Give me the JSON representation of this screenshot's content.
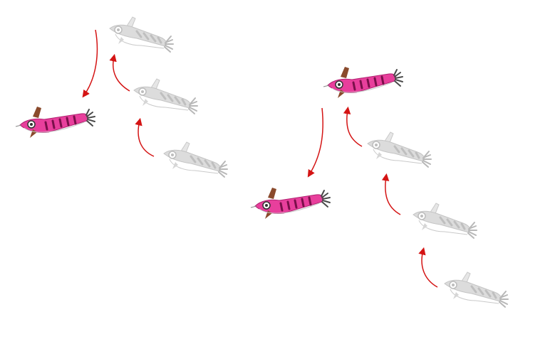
{
  "colors": {
    "background": "#ffffff",
    "arrow": "#d41414",
    "lure_body": "#e83f9c",
    "lure_body_dark": "#b0206f",
    "lure_stripe": "#7a0f4a",
    "lure_fin": "#8a4a2c",
    "lure_hackle": "#4a4a4a",
    "ghost_body": "#d9d9d9",
    "ghost_outline": "#bdbdbd",
    "ghost_hackle": "#b8b8b8"
  },
  "diagram": {
    "left_sequence": {
      "steps": [
        "ghost",
        "ghost",
        "ghost",
        "active"
      ]
    },
    "right_sequence": {
      "steps": [
        "ghost",
        "ghost",
        "ghost",
        "active",
        "active"
      ]
    }
  }
}
